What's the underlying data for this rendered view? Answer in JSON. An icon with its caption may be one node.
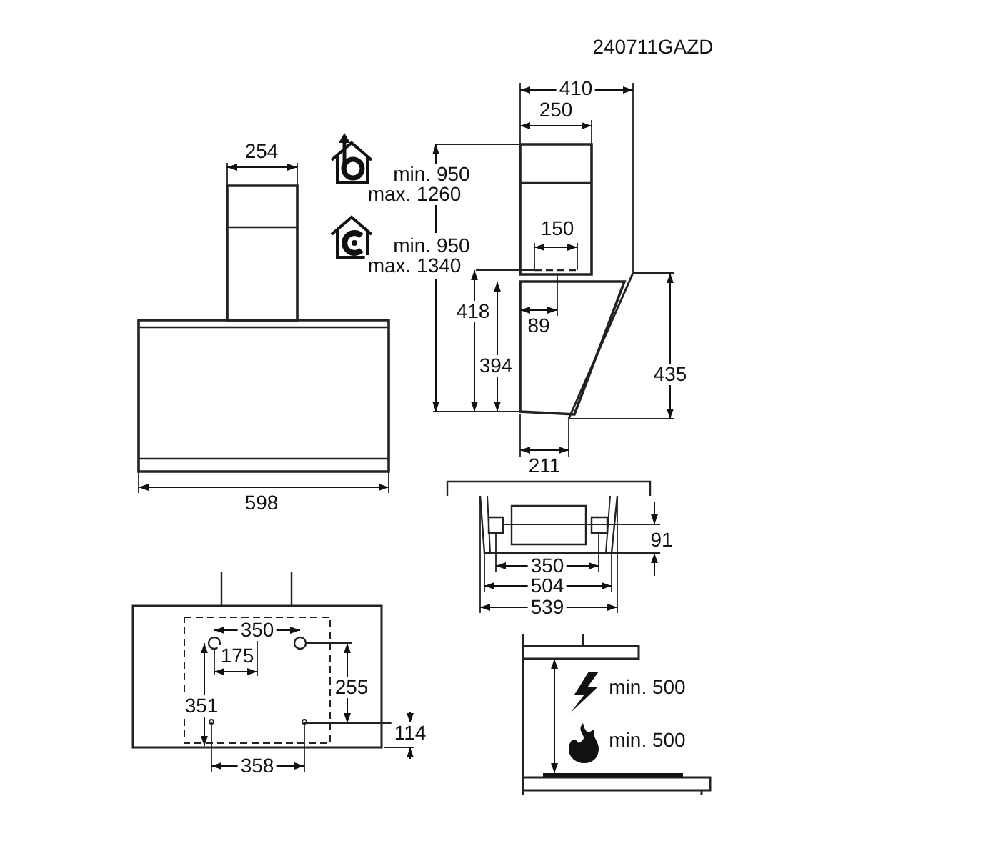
{
  "diagram": {
    "labels": [
      "240711GAZD",
      "410",
      "254",
      "250",
      "min. 950",
      "max. 1260",
      "150",
      "min. 950",
      "max. 1340",
      "418",
      "89",
      "394",
      "435",
      "211",
      "598",
      "91",
      "350",
      "504",
      "539",
      "350",
      "175",
      "255",
      "351",
      "114",
      "358",
      "min. 500",
      "min. 500"
    ]
  }
}
